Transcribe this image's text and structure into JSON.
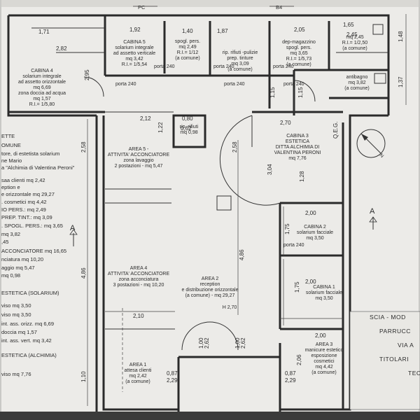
{
  "top_labels": {
    "left": "PC",
    "right": "B4"
  },
  "north": {
    "label": "N"
  },
  "section_marks": {
    "left": "A",
    "right": "A"
  },
  "doors": [
    "porta 240",
    "porta 240",
    "porta 240",
    "porta 240",
    "porta 240",
    "porta 240",
    "porta 240"
  ],
  "rooms": {
    "cabina4": [
      "CABINA 4",
      "solarium integrale",
      "ad assetto orizzontale",
      "mq 6,69",
      "zona doccia ad acqua",
      "mq 1,57",
      "R.I.= 1/5,80"
    ],
    "cabina5": [
      "CABINA 5",
      "solarium integrale",
      "ad assetto verticale",
      "mq 3,42",
      "R.I.= 1/5,54"
    ],
    "spogl": [
      "spogl. pers.",
      "mq 2,49",
      "R.I.= 1/12",
      "(a comune)"
    ],
    "rip": [
      "rip. rifiuti -pulizie",
      "prep. tinture",
      "mq 3,09",
      "(a comune)"
    ],
    "dep": [
      "dep-magazzino",
      "spogl. pers.",
      "mq 3,65",
      "R.I.= 1/5,73",
      "(a comune)"
    ],
    "wc": [
      "mq 2,45",
      "R.I.= 1/2,50",
      "(a comune)"
    ],
    "antibagno": [
      "antibagno",
      "mq 3,82",
      "(a comune)"
    ],
    "riprifiuti": [
      "rip. rifiuti",
      "mq 0,98"
    ],
    "area5": [
      "AREA 5 -",
      "ATTIVITA' ACCONCIATORE",
      "zona lavaggio",
      "2 postazioni - mq 5,47"
    ],
    "cabina3": [
      "CABINA 3",
      "ESTETICA",
      "DITTA ALCHIMIA DI",
      "VALENTINA PERONI",
      "mq 7,76"
    ],
    "cabina2": [
      "CABINA 2",
      "solarium facciale",
      "mq 3,50"
    ],
    "cabina1": [
      "CABINA 1",
      "solarium facciale",
      "mq 3,50"
    ],
    "area4": [
      "AREA 4",
      "ATTIVITA' ACCONCIATORE",
      "zona acconciatura",
      "3 postazioni - mq 10,20"
    ],
    "area2": [
      "AREA 2",
      "reception",
      "e distribuzione orizzontale",
      "(a comune) - mq 29,27",
      "H 2,70"
    ],
    "area1": [
      "AREA 1",
      "attesa clienti",
      "mq 2,42",
      "(a comune)"
    ],
    "area3": [
      "AREA 3",
      "manicure estetico",
      "esposizione",
      "cosmetici",
      "mq 4,42",
      "(a comune)"
    ]
  },
  "dimensions": {
    "top": [
      "1,71",
      "2,82",
      "1,92",
      "1,40",
      "1,87",
      "2,05",
      "1,65",
      "2,45"
    ],
    "mid": [
      "2,12",
      "0,80",
      "2,70",
      "2,00",
      "2,00",
      "2,10",
      "2,00"
    ],
    "vertical": [
      "1,48",
      "1,37",
      "2,95",
      "1,15",
      "2,58",
      "2,58",
      "1,15",
      "1,22",
      "3,04",
      "1,28",
      "1,75",
      "1,75",
      "4,86",
      "4,86",
      "2,06",
      "1,10",
      "1,00",
      "2,62",
      "1,00",
      "2,62"
    ],
    "small": [
      "0,87",
      "2,29",
      "0,87",
      "2,29",
      "0,62",
      "Q.E.G."
    ]
  },
  "legend": [
    "ETTE",
    "OMUNE",
    "tore, di estetista solarium",
    "ne Mario",
    "a \"Alchimia di Valentina Peroni\"",
    "",
    "saa clienti mq 2,42",
    "eption e",
    "e orizzontale mq 29,27",
    ". cosmetici mq 4,42",
    "IO PERS.: mq 2,49",
    "PREP. TINT.: mq 3,09",
    ". SPOGL. PERS.: mq 3,65",
    "mq 3,82",
    ",45",
    "ACCONCIATORE mq 16,65",
    "nciatura mq 10,20",
    "aggio mq 5,47",
    "mq 0,98",
    "ESTETICA (SOLARIUM)",
    "viso mq 3,50",
    "viso mq 3,50",
    "int. ass. orizz. mq 6,69",
    "doccia mq 1,57",
    "int. ass. vert. mq 3,42",
    "ESTETICA (ALCHIMIA)",
    "viso mq 7,76"
  ],
  "title_block": [
    "SCIA - MOD",
    "PARRUCC",
    "VIA A",
    "TITOLARI",
    "TEC"
  ]
}
